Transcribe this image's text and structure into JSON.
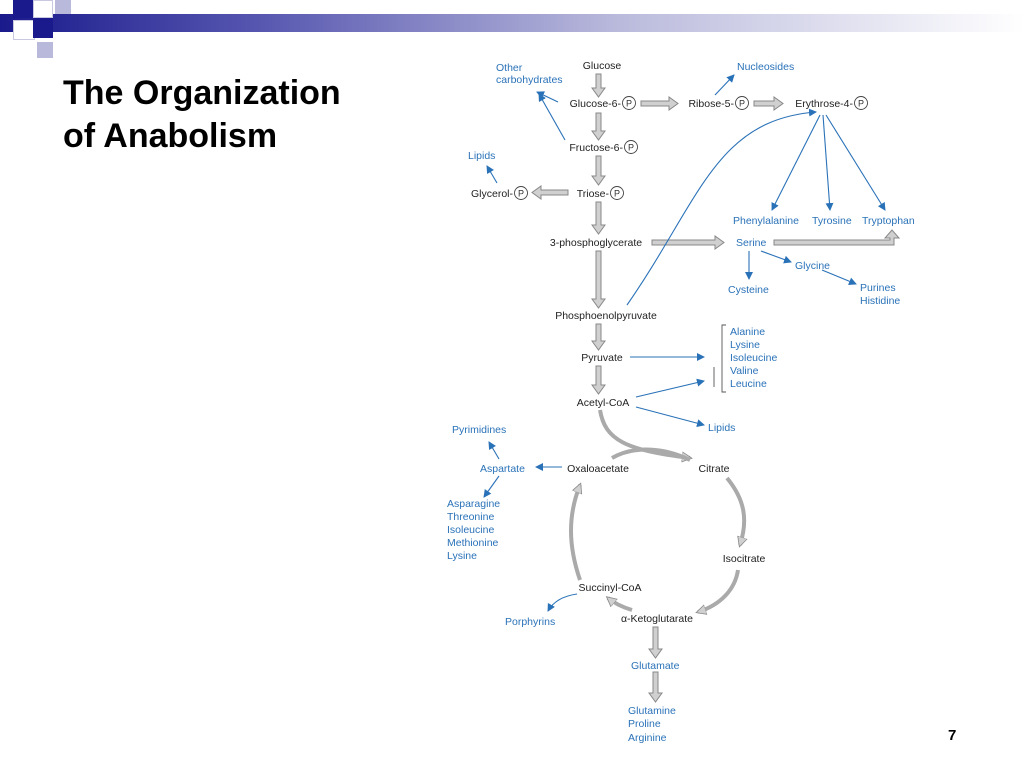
{
  "slide": {
    "title_line1": "The Organization",
    "title_line2": "of Anabolism",
    "page_number": "7"
  },
  "nodes": {
    "glucose": "Glucose",
    "glucose6": "Glucose-6-",
    "ribose5": "Ribose-5-",
    "erythrose4": "Erythrose-4-",
    "fructose6": "Fructose-6-",
    "glycerol": "Glycerol-",
    "triose": "Triose-",
    "phosphoglycerate": "3-phosphoglycerate",
    "pep": "Phosphoenolpyruvate",
    "pyruvate": "Pyruvate",
    "acetylcoa": "Acetyl-CoA",
    "oxaloacetate": "Oxaloacetate",
    "citrate": "Citrate",
    "isocitrate": "Isocitrate",
    "succinylcoa": "Succinyl-CoA",
    "ketoglutarate": "α-Ketoglutarate",
    "phosphate_symbol": "P"
  },
  "products": {
    "other_carbs_1": "Other",
    "other_carbs_2": "carbohydrates",
    "nucleosides": "Nucleosides",
    "lipids_top": "Lipids",
    "phenylalanine": "Phenylalanine",
    "tyrosine": "Tyrosine",
    "tryptophan": "Tryptophan",
    "serine": "Serine",
    "glycine": "Glycine",
    "cysteine": "Cysteine",
    "purines": "Purines",
    "histidine": "Histidine",
    "amino_group": [
      "Alanine",
      "Lysine",
      "Isoleucine",
      "Valine",
      "Leucine"
    ],
    "lipids_bottom": "Lipids",
    "pyrimidines": "Pyrimidines",
    "aspartate": "Aspartate",
    "aspartate_family": [
      "Asparagine",
      "Threonine",
      "Isoleucine",
      "Methionine",
      "Lysine"
    ],
    "porphyrins": "Porphyrins",
    "glutamate": "Glutamate",
    "glutamate_family": [
      "Glutamine",
      "Proline",
      "Arginine"
    ]
  },
  "colors": {
    "intermediate_text": "#222222",
    "product_text": "#2a72b8",
    "pathway_arrow": "#d0d0d0",
    "title_bar_dark": "#1a1a8c"
  }
}
